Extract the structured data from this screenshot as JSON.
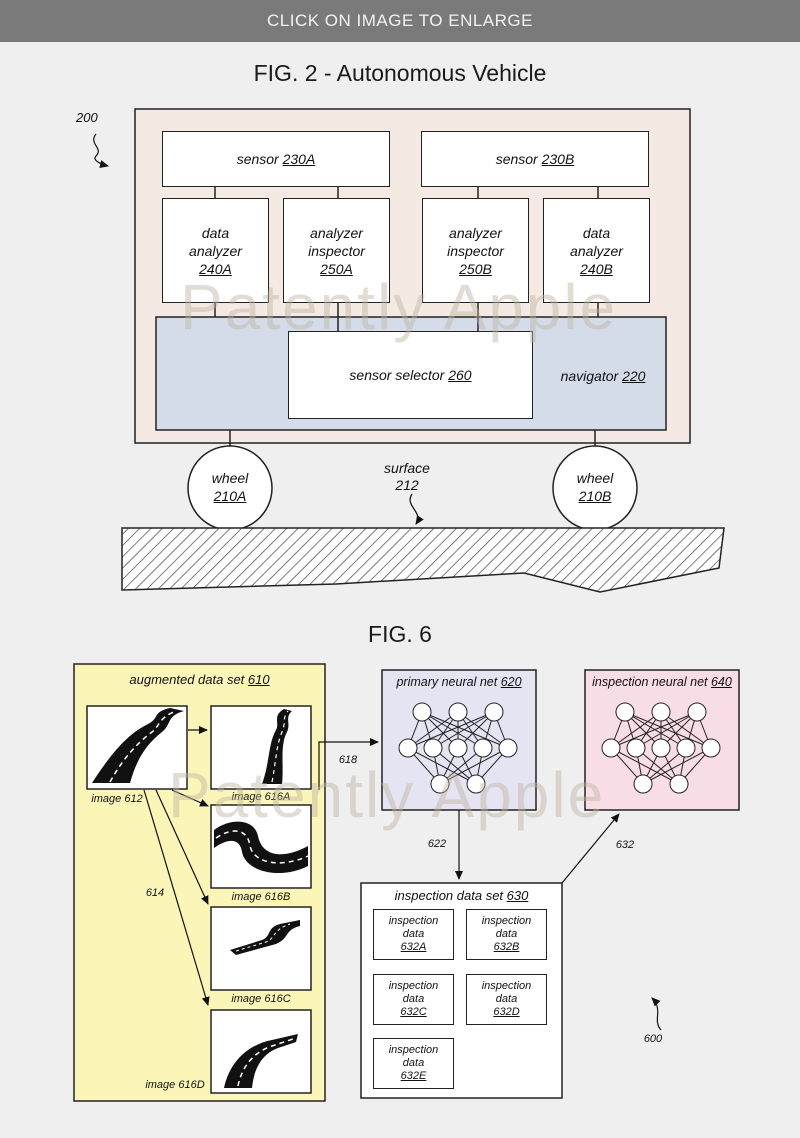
{
  "topbar": {
    "label": "CLICK ON IMAGE TO ENLARGE"
  },
  "fig2": {
    "title": "FIG. 2 - Autonomous Vehicle",
    "ref": "200",
    "sensorA": {
      "text": "sensor",
      "ref": "230A"
    },
    "sensorB": {
      "text": "sensor",
      "ref": "230B"
    },
    "dataAnalyzerA": {
      "l1": "data",
      "l2": "analyzer",
      "ref": "240A"
    },
    "inspectorA": {
      "l1": "analyzer",
      "l2": "inspector",
      "ref": "250A"
    },
    "inspectorB": {
      "l1": "analyzer",
      "l2": "inspector",
      "ref": "250B"
    },
    "dataAnalyzerB": {
      "l1": "data",
      "l2": "analyzer",
      "ref": "240B"
    },
    "selector": {
      "text": "sensor selector",
      "ref": "260"
    },
    "navigator": {
      "text": "navigator",
      "ref": "220"
    },
    "wheelA": {
      "text": "wheel",
      "ref": "210A"
    },
    "wheelB": {
      "text": "wheel",
      "ref": "210B"
    },
    "surface": {
      "text": "surface",
      "ref": "212"
    }
  },
  "fig6": {
    "title": "FIG. 6",
    "ref": "600",
    "augmented": {
      "text": "augmented data set",
      "ref": "610"
    },
    "image612": "image 612",
    "image616A": "image 616A",
    "image616B": "image 616B",
    "image616C": "image 616C",
    "image616D": "image 616D",
    "arrow614": "614",
    "arrow618": "618",
    "arrow622": "622",
    "arrow632": "632",
    "primaryNet": {
      "text": "primary neural net",
      "ref": "620"
    },
    "inspectionNet": {
      "text": "inspection neural net",
      "ref": "640"
    },
    "inspectionSet": {
      "text": "inspection data set",
      "ref": "630"
    },
    "inspectionItems": [
      {
        "l1": "inspection",
        "l2": "data",
        "ref": "632A"
      },
      {
        "l1": "inspection",
        "l2": "data",
        "ref": "632B"
      },
      {
        "l1": "inspection",
        "l2": "data",
        "ref": "632C"
      },
      {
        "l1": "inspection",
        "l2": "data",
        "ref": "632D"
      },
      {
        "l1": "inspection",
        "l2": "data",
        "ref": "632E"
      }
    ]
  },
  "watermark": "Patently Apple",
  "colors": {
    "vehicleBody": "#f5e9e3",
    "navigator": "#d4dcea",
    "augmented": "#fbf6b8",
    "primaryNet": "#e5e4f3",
    "inspectionNet": "#f8dde6"
  }
}
